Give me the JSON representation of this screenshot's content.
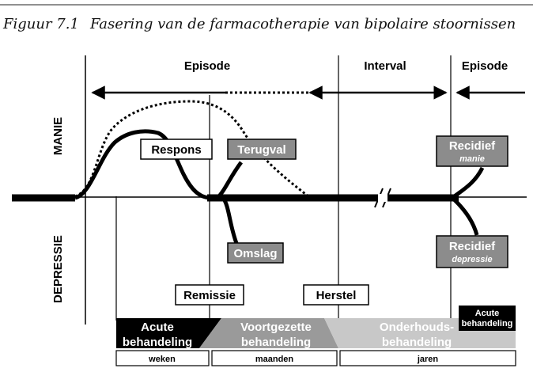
{
  "figure": {
    "label": "Figuur 7.1",
    "title": "Fasering van de farmacotherapie van bipolaire stoornissen"
  },
  "headers": {
    "episode_1": "Episode",
    "interval": "Interval",
    "episode_2": "Episode"
  },
  "axis": {
    "top": "MANIE",
    "bottom": "DEPRESSIE"
  },
  "boxes": {
    "respons": "Respons",
    "terugval": "Terugval",
    "omslag": "Omslag",
    "recidief_manie": "Recidief",
    "recidief_manie_sub": "manie",
    "recidief_depressie": "Recidief",
    "recidief_depressie_sub": "depressie",
    "remissie": "Remissie",
    "herstel": "Herstel"
  },
  "phases": {
    "acute_1a": "Acute",
    "acute_1b": "behandeling",
    "voortgezette_a": "Voortgezette",
    "voortgezette_b": "behandeling",
    "onderhouds_a": "Onderhouds-",
    "onderhouds_b": "behandeling",
    "acute_2a": "Acute",
    "acute_2b": "behandeling"
  },
  "timescale": {
    "weken": "weken",
    "maanden": "maanden",
    "jaren": "jaren"
  },
  "colors": {
    "dark_box": "#8c8c8c",
    "black": "#000000",
    "light_grey": "#c8c8c8"
  }
}
